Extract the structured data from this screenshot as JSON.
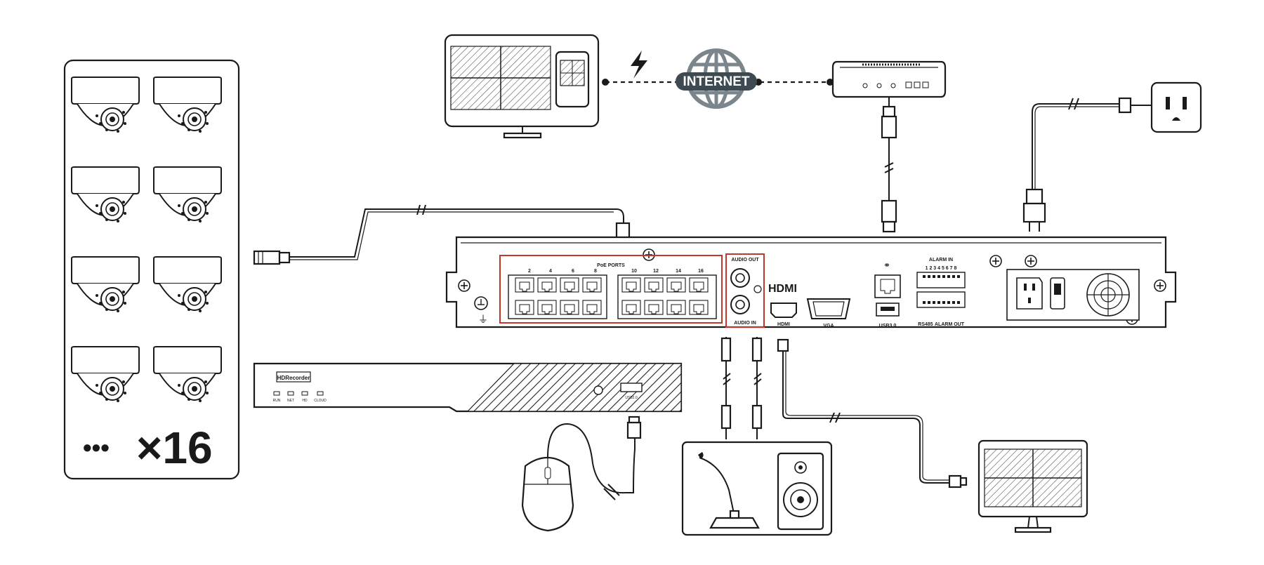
{
  "colors": {
    "line": "#1a1a1a",
    "highlight": "#c0392b",
    "internet_badge": "#3d4a52",
    "background": "#ffffff"
  },
  "cameras": {
    "count_label": "×16",
    "ellipsis": "•••"
  },
  "internet": {
    "label": "INTERNET"
  },
  "nvr_front": {
    "brand_label": "HDRecorder",
    "leds": [
      "RUN",
      "NET",
      "HD",
      "CLOUD"
    ],
    "usb_label": "USB2.0"
  },
  "nvr_back": {
    "poe_label": "PoE PORTS",
    "poe_top_numbers": [
      "2",
      "4",
      "6",
      "8",
      "10",
      "12",
      "14",
      "16"
    ],
    "audio_out_label": "AUDIO OUT",
    "audio_in_label": "AUDIO IN",
    "hdmi_logo": "HDMI",
    "hdmi_label": "HDMI",
    "vga_label": "VGA",
    "usb_label": "USB3.0",
    "alarm_in_label": "ALARM IN",
    "alarm_in_numbers": "1 2 3 4 5 6 7 8",
    "rs485_label": "RS485",
    "alarm_out_label": "ALARM OUT"
  },
  "icons": [
    "camera-icon",
    "lightning-icon",
    "globe-icon",
    "router-icon",
    "power-outlet-icon",
    "mouse-icon",
    "microphone-icon",
    "speaker-icon",
    "monitor-icon"
  ]
}
